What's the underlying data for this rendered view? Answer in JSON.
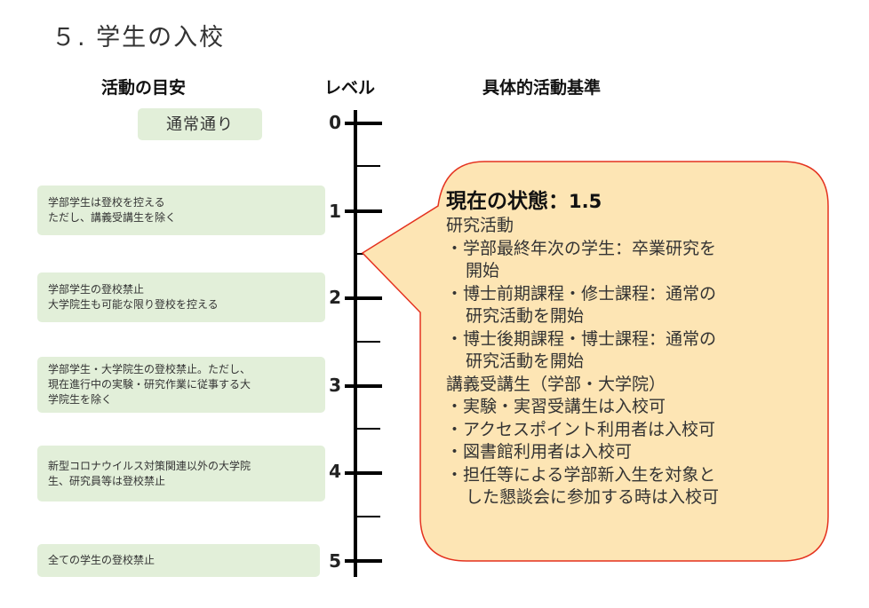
{
  "title": "５. 学生の入校",
  "headers": {
    "guideline": "活動の目安",
    "level": "レベル",
    "criteria": "具体的活動基準"
  },
  "levels": [
    "0",
    "1",
    "2",
    "3",
    "4",
    "5"
  ],
  "guidelines": [
    "通常通り",
    "学部学生は登校を控える\nただし、講義受講生を除く",
    "学部学生の登校禁止\n大学院生も可能な限り登校を控える",
    "学部学生・大学院生の登校禁止。ただし、\n現在進行中の実験・研究作業に従事する大\n学院生を除く",
    "新型コロナウイルス対策関連以外の大学院\n生、研究員等は登校禁止",
    "全ての学生の登校禁止"
  ],
  "current": {
    "label": "現在の状態：",
    "value": "1.5"
  },
  "criteria": {
    "research_heading": "研究活動",
    "research_items": [
      "・学部最終年次の学生：卒業研究を\n開始",
      "・博士前期課程・修士課程：通常の\n研究活動を開始",
      "・博士後期課程・博士課程：通常の\n研究活動を開始"
    ],
    "lecture_heading": "講義受講生（学部・大学院）",
    "lecture_items": [
      "・実験・実習受講生は入校可",
      "・アクセスポイント利用者は入校可",
      "・図書館利用者は入校可",
      "・担任等による学部新入生を対象と\nした懇談会に参加する時は入校可"
    ]
  },
  "colors": {
    "guideline_box": "#e2efd9",
    "callout_fill": "#fde5b4",
    "callout_border": "#e4321f",
    "axis": "#000000"
  }
}
